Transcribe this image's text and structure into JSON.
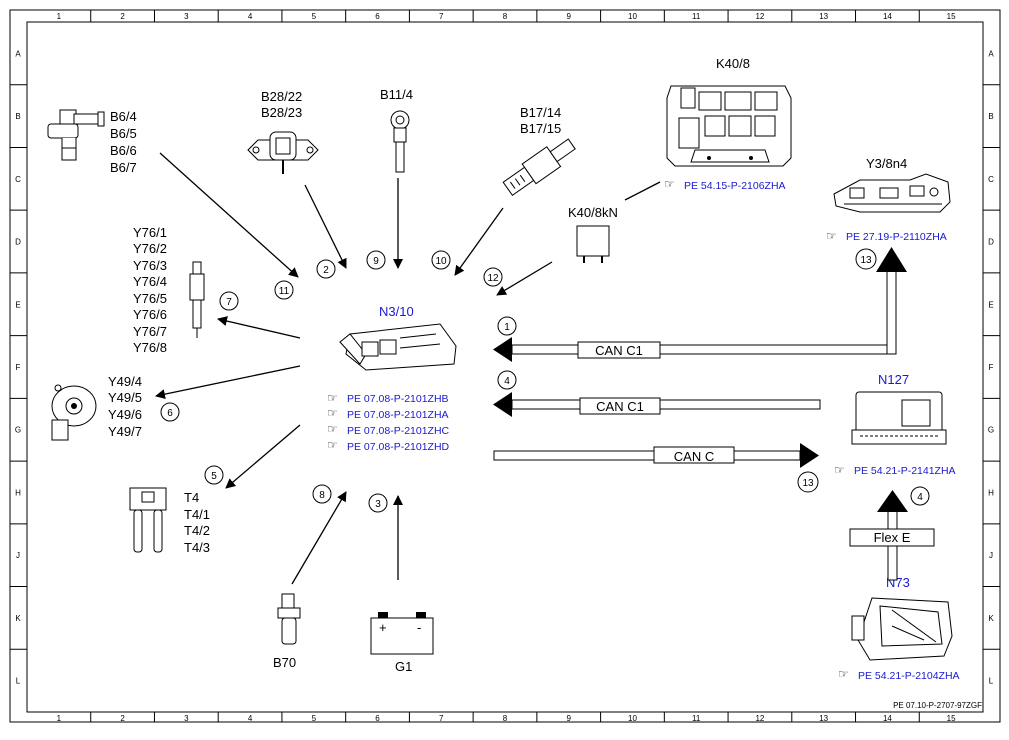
{
  "grid": {
    "columns": [
      "1",
      "2",
      "3",
      "4",
      "5",
      "6",
      "7",
      "8",
      "9",
      "10",
      "11",
      "12",
      "13",
      "14",
      "15"
    ],
    "rows": [
      "A",
      "B",
      "C",
      "D",
      "E",
      "F",
      "G",
      "H",
      "J",
      "K",
      "L"
    ]
  },
  "footer": "PE 07.10-P-2707-97ZGF",
  "components": {
    "b6": [
      "B6/4",
      "B6/5",
      "B6/6",
      "B6/7"
    ],
    "b28": [
      "B28/22",
      "B28/23"
    ],
    "b11": "B11/4",
    "b17": [
      "B17/14",
      "B17/15"
    ],
    "k40_8": "K40/8",
    "k40_8kn": "K40/8kN",
    "y3_8n4": "Y3/8n4",
    "y76": [
      "Y76/1",
      "Y76/2",
      "Y76/3",
      "Y76/4",
      "Y76/5",
      "Y76/6",
      "Y76/7",
      "Y76/8"
    ],
    "y49": [
      "Y49/4",
      "Y49/5",
      "Y49/6",
      "Y49/7"
    ],
    "t4": [
      "T4",
      "T4/1",
      "T4/2",
      "T4/3"
    ],
    "b70": "B70",
    "g1": "G1",
    "n3_10": "N3/10",
    "n127": "N127",
    "n73": "N73"
  },
  "references": {
    "k40_8": "PE 54.15-P-2106ZHA",
    "y3_8n4": "PE 27.19-P-2110ZHA",
    "n3_10": [
      "PE 07.08-P-2101ZHB",
      "PE 07.08-P-2101ZHA",
      "PE 07.08-P-2101ZHC",
      "PE 07.08-P-2101ZHD"
    ],
    "n127": "PE 54.21-P-2141ZHA",
    "n73": "PE 54.21-P-2104ZHA"
  },
  "numbers": {
    "n1": "1",
    "n2": "2",
    "n3": "3",
    "n4a": "4",
    "n4b": "4",
    "n5": "5",
    "n6": "6",
    "n7": "7",
    "n8": "8",
    "n9": "9",
    "n10": "10",
    "n11": "11",
    "n12": "12",
    "n13a": "13",
    "n13b": "13"
  },
  "buses": {
    "can_c1_top": "CAN C1",
    "can_c1_mid": "CAN C1",
    "can_c": "CAN C",
    "flex_e": "Flex E"
  },
  "battery": {
    "plus": "+",
    "minus": "-"
  },
  "colors": {
    "reference_blue": "#1a1ad0",
    "line": "#000000"
  }
}
